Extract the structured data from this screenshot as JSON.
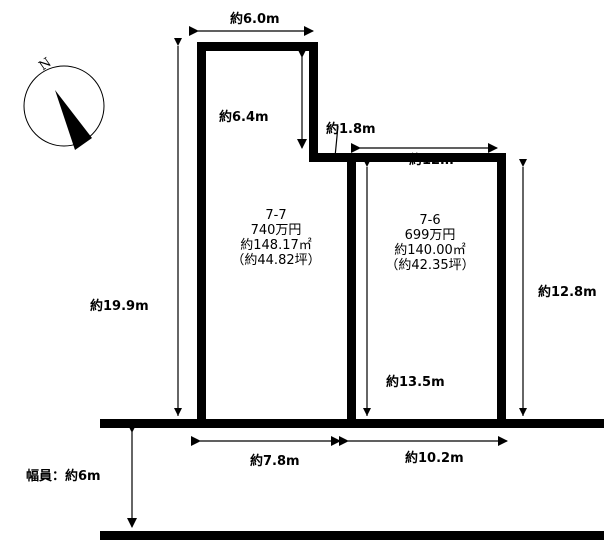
{
  "compass": {
    "label": "N"
  },
  "dimensions": {
    "top_width": "約6.0m",
    "notch_height": "約6.4m",
    "step": "約1.8m",
    "lot6_top": "約12m",
    "left_height": "約19.9m",
    "right_height": "約12.8m",
    "lot6_left_height": "約13.5m",
    "lot7_frontage": "約7.8m",
    "lot6_frontage": "約10.2m",
    "road_width": "幅員：約6m"
  },
  "lots": [
    {
      "id": "7-7",
      "price": "740万円",
      "area_m2": "約148.17㎡",
      "area_tsubo": "（約44.82坪）"
    },
    {
      "id": "7-6",
      "price": "699万円",
      "area_m2": "約140.00㎡",
      "area_tsubo": "（約42.35坪）"
    }
  ]
}
